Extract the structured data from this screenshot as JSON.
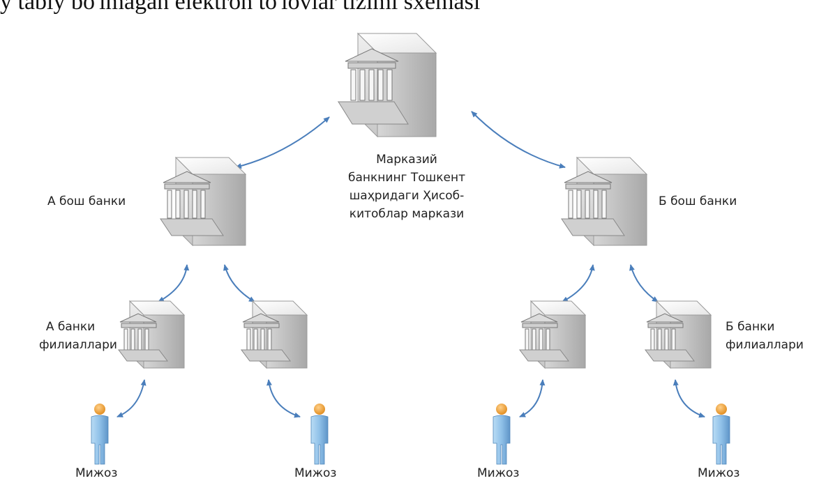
{
  "caption": "y   tabiy bo'lmagan elektron to'lovlar tizimi sxemasi",
  "central": {
    "lines": [
      "Марказий",
      "банкнинг Тошкент",
      "шаҳридаги Ҳисоб-",
      "китоблар маркази"
    ]
  },
  "bank_a": {
    "label": "А бош банки"
  },
  "bank_b": {
    "label": "Б бош банки"
  },
  "branches_a": {
    "lines": [
      "А банки",
      "филиаллари"
    ]
  },
  "branches_b": {
    "lines": [
      "Б банки",
      "филиаллари"
    ]
  },
  "clients": [
    "Мижоз",
    "Мижоз",
    "Мижоз",
    "Мижоз"
  ],
  "colors": {
    "arrow": "#4a7ebb",
    "building_top": "#f2f2f2",
    "building_front": "#d8d8d8",
    "building_side": "#b8b8b8",
    "person_body": "#8fc0e8",
    "person_head": "#f5a623"
  }
}
